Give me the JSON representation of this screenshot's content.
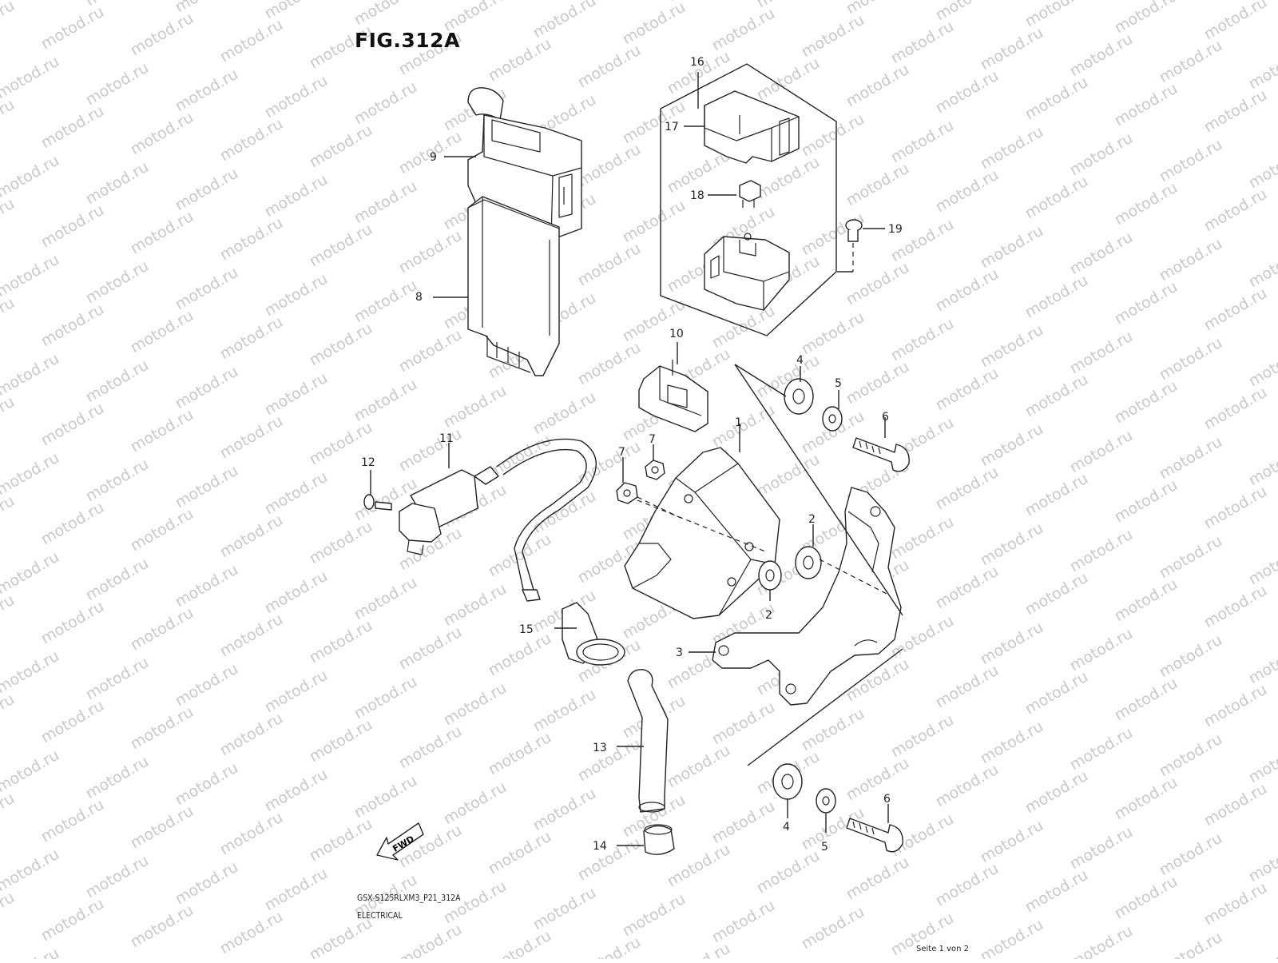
{
  "figure": {
    "title": "FIG.312A",
    "model_code": "GSX-S125RLXM3_P21_312A",
    "section": "ELECTRICAL",
    "page": "Seite 1 von 2",
    "watermark": "motod.ru",
    "fwd_label": "FWD"
  },
  "callouts": [
    {
      "number": "1"
    },
    {
      "number": "2"
    },
    {
      "number": "2"
    },
    {
      "number": "3"
    },
    {
      "number": "4"
    },
    {
      "number": "4"
    },
    {
      "number": "5"
    },
    {
      "number": "5"
    },
    {
      "number": "6"
    },
    {
      "number": "6"
    },
    {
      "number": "7"
    },
    {
      "number": "7"
    },
    {
      "number": "8"
    },
    {
      "number": "9"
    },
    {
      "number": "10"
    },
    {
      "number": "11"
    },
    {
      "number": "12"
    },
    {
      "number": "13"
    },
    {
      "number": "14"
    },
    {
      "number": "15"
    },
    {
      "number": "16"
    },
    {
      "number": "17"
    },
    {
      "number": "18"
    },
    {
      "number": "19"
    }
  ]
}
